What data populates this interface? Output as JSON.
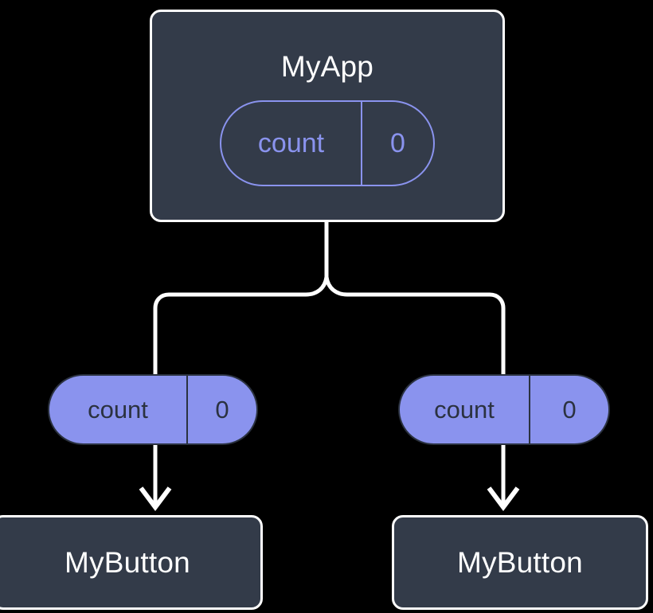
{
  "diagram": {
    "type": "component-tree",
    "background_color": "#000000",
    "colors": {
      "box_fill": "#333b49",
      "box_border": "#ffffff",
      "accent_purple": "#8a93ee",
      "edge": "#ffffff",
      "dark_text": "#2b3240",
      "light_text": "#ffffff"
    },
    "root": {
      "title": "MyApp",
      "state": {
        "key": "count",
        "value": "0"
      }
    },
    "children": [
      {
        "prop": {
          "key": "count",
          "value": "0"
        },
        "title": "MyButton"
      },
      {
        "prop": {
          "key": "count",
          "value": "0"
        },
        "title": "MyButton"
      }
    ],
    "edges": {
      "root_to_branch": "vertical-split",
      "prop_to_child": "arrow-down"
    }
  }
}
